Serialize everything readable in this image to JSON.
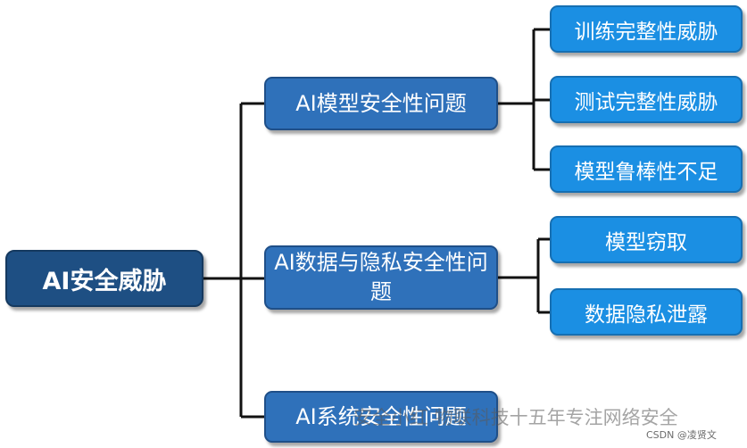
{
  "root": {
    "label": "AI安全威胁"
  },
  "branches": [
    {
      "label": "AI模型安全性问题",
      "children": [
        "训练完整性威胁",
        "测试完整性威胁",
        "模型鲁棒性不足"
      ]
    },
    {
      "label": "AI数据与隐私安全性问题",
      "children": [
        "模型窃取",
        "数据隐私泄露"
      ]
    },
    {
      "label": "AI系统安全性问题",
      "children": []
    }
  ],
  "watermark": "安全小红 物联科技十五年专注网络安全",
  "credit": "CSDN @凌贤文",
  "colors": {
    "root": "#1e4f83",
    "branch": "#2f71ba",
    "leaf": "#1b8fe3",
    "connector": "#111111"
  }
}
